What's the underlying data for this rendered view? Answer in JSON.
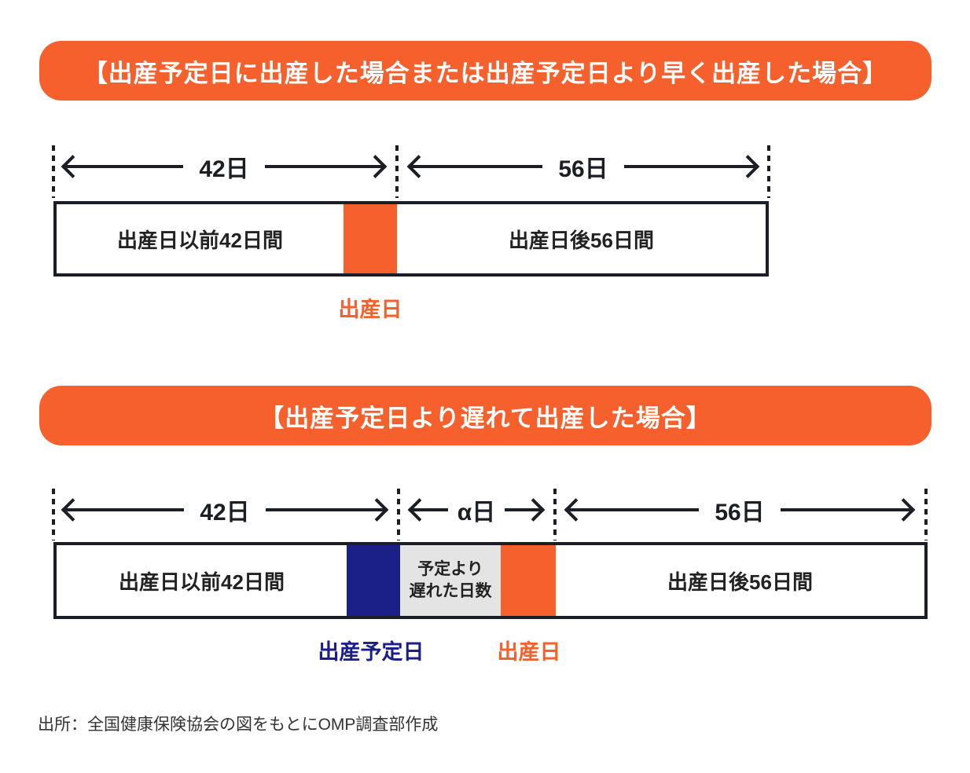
{
  "colors": {
    "orange": "#F5602C",
    "navy": "#1A2088",
    "gray": "#E4E4E4",
    "line_dark": "#1B1E24"
  },
  "case1": {
    "banner": "【出産予定日に出産した場合または出産予定日より早く出産した場合】",
    "arrow_before": "42日",
    "arrow_after": "56日",
    "box_before": "出産日以前42日間",
    "box_after": "出産日後56日間",
    "birth_day": "出産日"
  },
  "case2": {
    "banner": "【出産予定日より遅れて出産した場合】",
    "arrow_before": "42日",
    "arrow_delay": "α日",
    "arrow_after": "56日",
    "box_before": "出産日以前42日間",
    "delay_line1": "予定より",
    "delay_line2": "遅れた日数",
    "box_after": "出産日後56日間",
    "due_day": "出産予定日",
    "birth_day": "出産日"
  },
  "footer": {
    "source": "出所：全国健康保険協会の図をもとにOMP調査部作成"
  }
}
